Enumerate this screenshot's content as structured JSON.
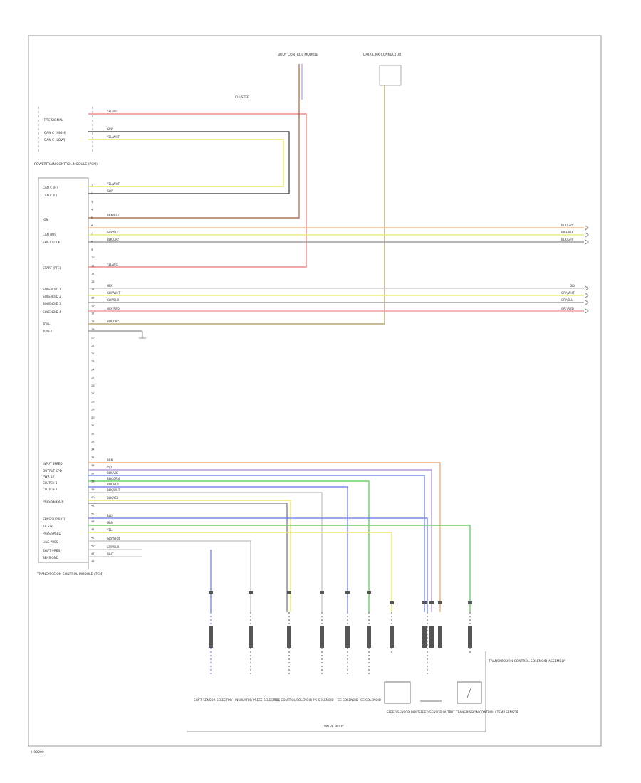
{
  "diagram": {
    "footer_code": "H00000",
    "colors": {
      "red": "#f08a8a",
      "yellow": "#e8e86a",
      "gray": "#8c8c8c",
      "dark": "#555555",
      "brown": "#b0785a",
      "green": "#6ad26a",
      "purple": "#b59ad8",
      "blue": "#7a8ae8",
      "orange": "#f2b07a",
      "tan": "#b8a978",
      "lightgray": "#c8c8c8"
    },
    "top_left_labels": [
      "PTC SIGNAL",
      "CAN C (HIGH)",
      "CAN C (LOW)"
    ],
    "module_title": "POWERTRAIN CONTROL MODULE (PCM)",
    "pins_left": [
      "CAN C (H)",
      "CAN C (L)",
      "IGN",
      "CAN BUS",
      "SHIFT LOCK",
      "START (PTC)",
      "SOLENOID 1",
      "SOLENOID 2",
      "SOLENOID 3",
      "SOLENOID 4",
      "TCM-1",
      "TCM-2",
      "INPUT SPEED",
      "OUTPUT SPD",
      "PWR 5V",
      "CLUTCH 1",
      "CLUTCH 2",
      "PRES SENSOR",
      "SENS SUPPLY 1",
      "TR SW",
      "PRES SPEED",
      "LINE PRES",
      "SHIFT PRES",
      "SENS GND"
    ],
    "pin_numbers": [
      "1",
      "2",
      "3",
      "4",
      "5",
      "6",
      "7",
      "8",
      "9",
      "10",
      "11",
      "12",
      "13",
      "14",
      "15",
      "16",
      "17",
      "18",
      "19",
      "20",
      "21",
      "22",
      "23",
      "24",
      "25",
      "26",
      "27",
      "28",
      "29",
      "30",
      "31",
      "32",
      "33",
      "34",
      "35",
      "36",
      "37",
      "38",
      "39",
      "40",
      "41",
      "42",
      "43",
      "44",
      "45",
      "46",
      "47",
      "48"
    ],
    "wire_labels": [
      "YEL/VIO",
      "GRY",
      "YEL/WHT",
      "YEL/WHT",
      "GRY",
      "BRN/BLK",
      "GRY/BLK",
      "BLK/GRY",
      "YEL/VIO",
      "GRY",
      "GRY/WHT",
      "GRY/BLU",
      "GRY/RED",
      "BLK/GRY",
      "BRN",
      "VIO",
      "BLK/VIO",
      "BLK/GRN",
      "BLK/BLU",
      "BLK/WHT",
      "BLK/YEL",
      "BLU",
      "GRN",
      "YEL",
      "GRY/BRN",
      "GRY/BLU",
      "WHT"
    ],
    "top_connectors": [
      "BODY CONTROL MODULE",
      "DATA LINK CONNECTOR",
      "CLUSTER"
    ],
    "right_end_labels": [
      "BLK/GRY",
      "BRN/BLK",
      "BLK/GRY",
      "GRY",
      "GRY/WHT",
      "GRY/BLU",
      "GRY/RED"
    ],
    "bottom_components": [
      "SHIFT SENSOR SELECTOR",
      "INSULATOR PRESS SELECTOR",
      "PCS CONTROL SOLENOID",
      "PC SOLENOID",
      "CC SOLENOID",
      "CC SOLENOID",
      "SPEED SENSOR INPUT",
      "SPEED SENSOR OUTPUT",
      "TRANSMISSION CONTROL / TEMP SENSOR"
    ],
    "transmission_label": "TRANSMISSION CONTROL SOLENOID ASSEMBLY",
    "valve_body_label": "VALVE BODY",
    "bottom_left_module": "TRANSMISSION CONTROL MODULE (TCM)"
  }
}
